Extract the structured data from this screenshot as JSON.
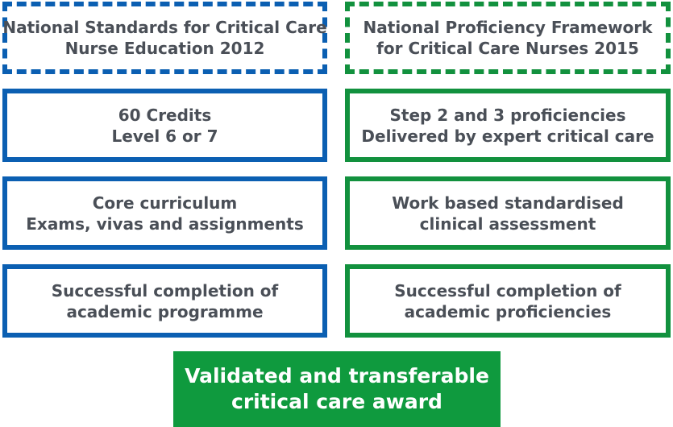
{
  "left_column": {
    "header": [
      "National Standards for Critical Care",
      "Nurse Education 2012"
    ],
    "items": [
      [
        "60 Credits",
        "Level 6 or 7"
      ],
      [
        "Core curriculum",
        "Exams, vivas and assignments"
      ],
      [
        "Successful completion of",
        "academic programme"
      ]
    ]
  },
  "right_column": {
    "header": [
      "National Proficiency Framework",
      "for Critical Care Nurses 2015"
    ],
    "items": [
      [
        "Step 2 and 3 proficiencies",
        "Delivered by expert critical care"
      ],
      [
        "Work based standardised",
        "clinical assessment"
      ],
      [
        "Successful completion of",
        "academic proficiencies"
      ]
    ]
  },
  "outcome": [
    "Validated and transferable",
    "critical care award"
  ],
  "colors": {
    "blue": "#0b5fb2",
    "green": "#12913e",
    "outcome_fill": "#0f9a3e",
    "text": "#4a4f57"
  }
}
